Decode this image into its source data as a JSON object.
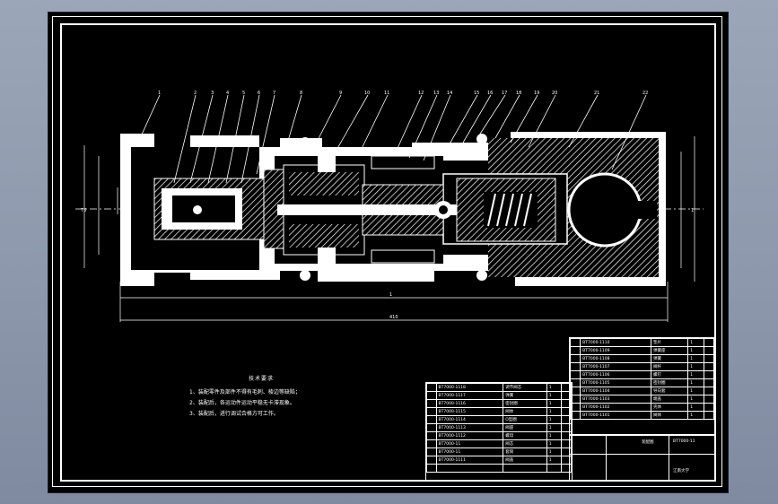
{
  "drawing": {
    "balloons": [
      "1",
      "2",
      "3",
      "4",
      "5",
      "6",
      "7",
      "8",
      "9",
      "10",
      "11",
      "12",
      "13",
      "14",
      "15",
      "16",
      "17",
      "18",
      "19",
      "20",
      "21",
      "22"
    ],
    "dims": {
      "overall": "410",
      "middle": "1",
      "left_height": "75",
      "right_height": "1"
    }
  },
  "tech": {
    "title": "技术要求",
    "reqs": [
      "1、装配零件及部件不得有毛刺、棱边等缺陷；",
      "2、装配后，各运动件运动平稳无卡滞现象。",
      "3、装配后，进行调试合格方可工作。"
    ]
  },
  "bom_left": {
    "rows": [
      [
        "",
        "BT7000-1118",
        "调节阀芯",
        "1",
        ""
      ],
      [
        "",
        "BT7000-1117",
        "弹簧",
        "1",
        ""
      ],
      [
        "",
        "BT7000-1116",
        "密封圈",
        "1",
        ""
      ],
      [
        "",
        "BT7000-1115",
        "阀体",
        "1",
        ""
      ],
      [
        "",
        "BT7000-1114",
        "O型圈",
        "1",
        ""
      ],
      [
        "",
        "BT7000-1113",
        "阀座",
        "1",
        ""
      ],
      [
        "",
        "BT7000-1112",
        "螺母",
        "1",
        ""
      ],
      [
        "",
        "BT7000-11",
        "阀芯",
        "1",
        ""
      ],
      [
        "",
        "BT7000-11",
        "套筒",
        "1",
        ""
      ],
      [
        "",
        "BT7000-1111",
        "阀盖",
        "1",
        ""
      ],
      [
        "",
        "",
        "",
        "",
        ""
      ]
    ]
  },
  "bom_right": {
    "rows": [
      [
        "",
        "BT7000-1110",
        "垫片",
        "1",
        ""
      ],
      [
        "",
        "BT7000-1109",
        "弹簧座",
        "1",
        ""
      ],
      [
        "",
        "BT7000-1108",
        "弹簧",
        "1",
        ""
      ],
      [
        "",
        "BT7000-1107",
        "阀杆",
        "1",
        ""
      ],
      [
        "",
        "BT7000-1106",
        "螺钉",
        "1",
        ""
      ],
      [
        "",
        "BT7000-1105",
        "密封圈",
        "1",
        ""
      ],
      [
        "",
        "BT7000-1104",
        "导向套",
        "1",
        ""
      ],
      [
        "",
        "BT7000-1103",
        "端盖",
        "1",
        ""
      ],
      [
        "",
        "BT7000-1102",
        "壳体",
        "1",
        ""
      ],
      [
        "",
        "BT7000-1101",
        "阀体",
        "1",
        ""
      ]
    ],
    "title_block": {
      "code": "BT7000-11",
      "name": "装配图",
      "org": "江南大学"
    }
  },
  "colors": {
    "background": "#8d98ac",
    "sheet": "#000000",
    "lines": "#ffffff"
  }
}
